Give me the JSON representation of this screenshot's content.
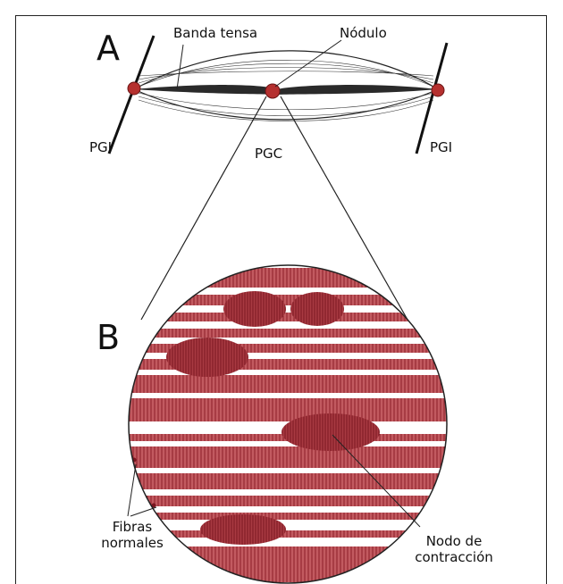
{
  "panels": {
    "a_letter": "A",
    "b_letter": "B"
  },
  "labels": {
    "banda_tensa": "Banda tensa",
    "nodulo": "Nódulo",
    "pgi_left": "PGI",
    "pgc": "PGC",
    "pgi_right": "PGI",
    "fibras_line1": "Fibras",
    "fibras_line2": "normales",
    "nodo_line1": "Nodo de",
    "nodo_line2": "contracción"
  },
  "colors": {
    "fiber_red": "#a8323a",
    "fiber_light": "#c9646b",
    "dot_red": "#b5302f",
    "ink": "#222222"
  }
}
